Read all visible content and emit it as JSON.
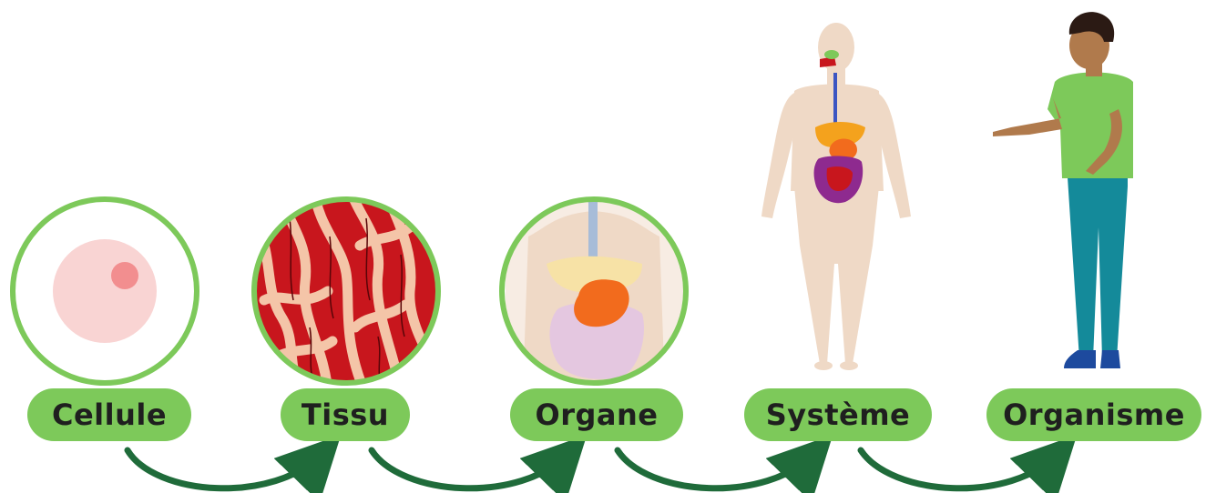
{
  "levels": [
    {
      "label": "Cellule",
      "icon": "cell-icon"
    },
    {
      "label": "Tissu",
      "icon": "muscle-tissue-icon"
    },
    {
      "label": "Organe",
      "icon": "stomach-organ-icon"
    },
    {
      "label": "Système",
      "icon": "digestive-system-body-icon"
    },
    {
      "label": "Organisme",
      "icon": "person-organism-icon"
    }
  ],
  "colors": {
    "circle_border": "#7dc95a",
    "pill": "#7dc95a",
    "arrow": "#1f6b3a",
    "tissue_red": "#c8161d",
    "tissue_fiber": "#f4c5a8",
    "skin": "#efd9c6",
    "organ": "#f26b1d"
  }
}
